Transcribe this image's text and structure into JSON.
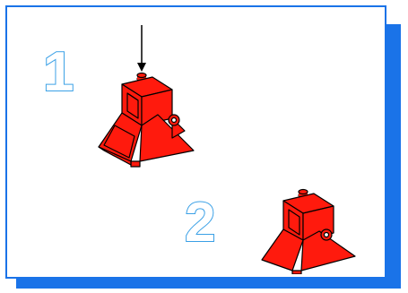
{
  "steps": [
    {
      "number": "1"
    },
    {
      "number": "2"
    }
  ],
  "colors": {
    "frame": "#1a73e8",
    "number_outline": "#3aa0e6",
    "part": "#ff1a0d",
    "outline": "#000000"
  },
  "icons": {
    "insert_arrow": "down-arrow-icon",
    "part": "red-lego-hinge-bracket"
  }
}
